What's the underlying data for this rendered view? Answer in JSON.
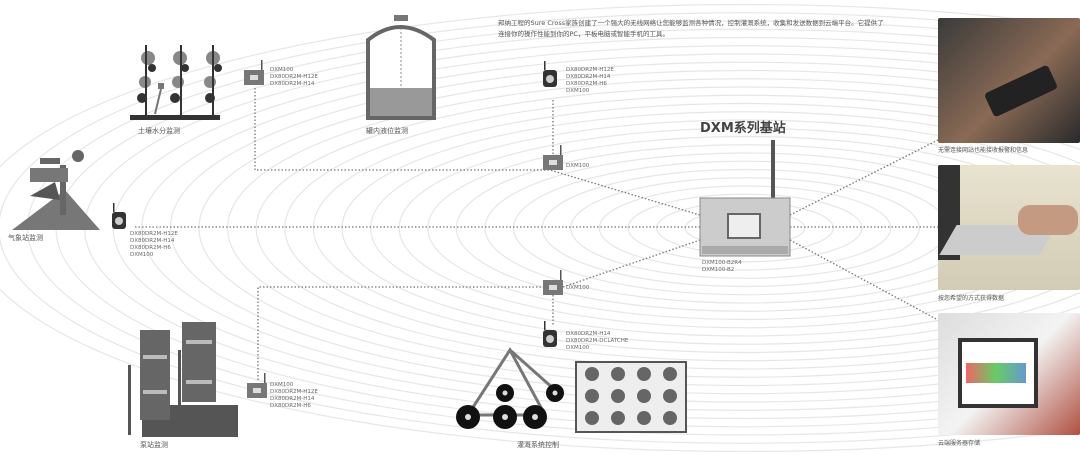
{
  "intro": "邦纳工程的Sure Cross家族创建了一个强大的无线网络让您能够监测各种情况，控制灌溉系统，收集和发送数据到云端平台。它提供了连接你的操作性能到你的PC，平板电脑或智能手机的工具。",
  "base_station": {
    "title": "DXM系列基站",
    "models": [
      "DXM100-B2R4",
      "DXM100-B2"
    ]
  },
  "sites": {
    "soil": {
      "label": "土壤水分监测",
      "models": [
        "DXM100",
        "DX80DR2M-H12E",
        "DX80DR2M-H14"
      ]
    },
    "tank": {
      "label": "罐内液位监测",
      "models": [
        "DX80DR2M-H12E",
        "DX80DR2M-H14",
        "DX80DR2M-H6",
        "DXM100"
      ],
      "relay": "DXM100"
    },
    "weather": {
      "label": "气象站监测",
      "models": [
        "DX80DR2M-H12E",
        "DX80DR2M-H14",
        "DX80DR2M-H6",
        "DXM100"
      ]
    },
    "irrigation": {
      "label": "灌溉系统控制",
      "relay": "DXM100",
      "models": [
        "DX80DR2M-H14",
        "DX80DR2M-DCLATCHE",
        "DXM100"
      ]
    },
    "pump": {
      "label": "泵站监测",
      "models": [
        "DXM100",
        "DX80DR2M-H12E",
        "DX80DR2M-H14",
        "DX80DR2M-H6"
      ]
    }
  },
  "outputs": [
    {
      "caption": "无需连接网站也能接收报警和信息",
      "icon": "smartphone"
    },
    {
      "caption": "按您希望的方式获得数据",
      "icon": "desktop-pc"
    },
    {
      "caption": "云端服务器存储",
      "icon": "tablet-cloud"
    }
  ]
}
